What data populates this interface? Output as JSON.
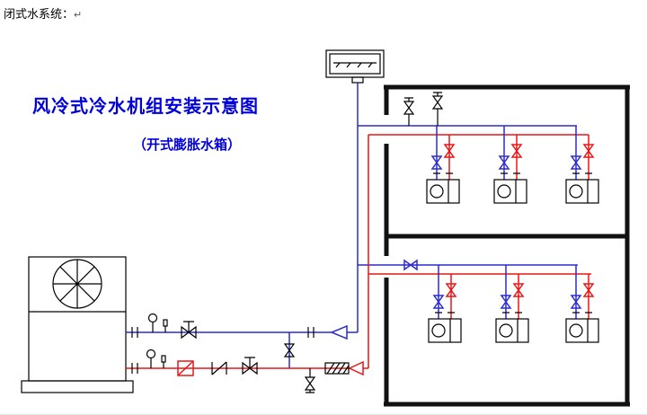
{
  "page": {
    "system_label": "闭式水系统：",
    "paragraph_mark": "↵",
    "title": "风冷式冷水机组安装示意图",
    "subtitle": "（开式膨胀水箱）"
  },
  "colors": {
    "title": "#0000dd",
    "pipe-supply": "#2b2bd0",
    "pipe-return": "#ea1515",
    "outline": "#000000",
    "background": "#ffffff"
  },
  "diagram": {
    "components": {
      "chiller": "风冷式冷水机组",
      "tank": "开式膨胀水箱",
      "fan_coil_units_per_floor": 3,
      "floors": 2
    }
  }
}
